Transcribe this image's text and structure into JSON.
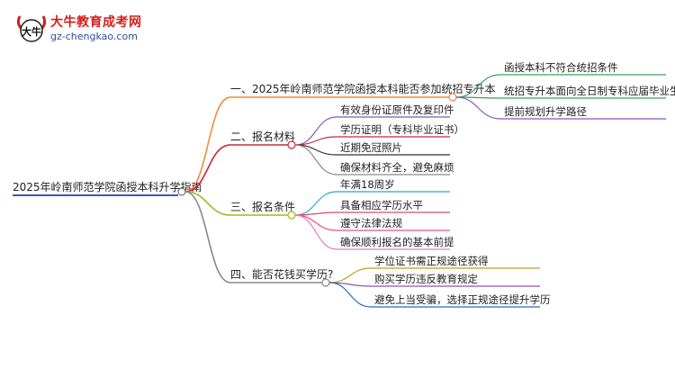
{
  "logo": {
    "title": "大牛教育成考网",
    "url": "gz-chengkao.com",
    "mark_text": "大牛"
  },
  "mindmap": {
    "root": "2025年岭南师范学院函授本科升学指南",
    "branches": [
      {
        "label": "一、2025年岭南师范学院函授本科能否参加统招专升本",
        "color": "#f5883b",
        "leaves": [
          {
            "label": "函授本科不符合统招条件",
            "color": "#3aa15a"
          },
          {
            "label": "统招专升本面向全日制专科应届毕业生",
            "color": "#3aa15a"
          },
          {
            "label": "提前规划升学路径",
            "color": "#8a55b5"
          }
        ]
      },
      {
        "label": "二、报名材料",
        "color": "#c8283a",
        "leaves": [
          {
            "label": "有效身份证原件及复印件",
            "color": "#8a55b5"
          },
          {
            "label": "学历证明（专科毕业证书）",
            "color": "#c8283a"
          },
          {
            "label": "近期免冠照片",
            "color": "#333333"
          },
          {
            "label": "确保材料齐全，避免麻烦",
            "color": "#8a8a8a"
          }
        ]
      },
      {
        "label": "三、报名条件",
        "color": "#9cbb1e",
        "leaves": [
          {
            "label": "年满18周岁",
            "color": "#2aa7c4"
          },
          {
            "label": "具备相应学历水平",
            "color": "#d24a7a"
          },
          {
            "label": "遵守法律法规",
            "color": "#e6508d"
          },
          {
            "label": "确保顺利报名的基本前提",
            "color": "#e27fb2"
          }
        ]
      },
      {
        "label": "四、能否花钱买学历?",
        "color": "#8a8a8a",
        "leaves": [
          {
            "label": "学位证书需正规途径获得",
            "color": "#b9a21a"
          },
          {
            "label": "购买学历违反教育规定",
            "color": "#8a55b5"
          },
          {
            "label": "避免上当受骗，选择正规途径提升学历",
            "color": "#2a6ab5"
          }
        ]
      }
    ]
  },
  "colors": {
    "root_line": "#3b5ba8",
    "node_stroke": "#555555"
  }
}
